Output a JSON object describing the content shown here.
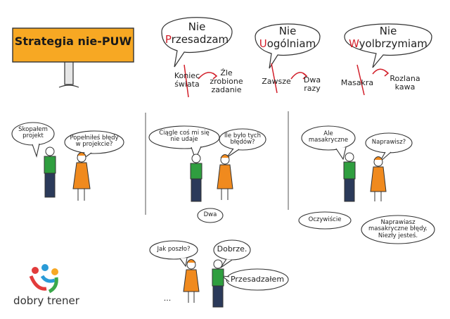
{
  "sign": {
    "title": "Strategia nie-PUW",
    "color": "#f7a823"
  },
  "rules": [
    {
      "line1": "Nie",
      "line2_first": "P",
      "line2_rest": "rzesadzam",
      "crossed": "Koniec świata",
      "crossed_l1": "Koniec",
      "crossed_l2": "świata",
      "instead_l1": "Źle",
      "instead_l2": "zrobione",
      "instead_l3": "zadanie"
    },
    {
      "line1": "Nie",
      "line2_first": "U",
      "line2_rest": "ogólniam",
      "crossed_l1": "Zawsze",
      "instead_l1": "Dwa",
      "instead_l2": "razy"
    },
    {
      "line1": "Nie",
      "line2_first": "W",
      "line2_rest": "yolbrzymiam",
      "crossed_l1": "Masakra",
      "instead_l1": "Rozlana",
      "instead_l2": "kawa"
    }
  ],
  "panels": {
    "p1": {
      "left_l1": "Skopałem",
      "left_l2": "projekt",
      "right_l1": "Popełniłeś błędy",
      "right_l2": "w projekcie?"
    },
    "p2": {
      "left_l1": "Ciągle coś mi się",
      "left_l2": "nie udaje",
      "right_l1": "Ile było tych",
      "right_l2": "błędów?",
      "bottom": "Dwa"
    },
    "p3": {
      "left_l1": "Ale",
      "left_l2": "masakryczne",
      "right": "Naprawisz?",
      "bl": "Oczywiście",
      "br_l1": "Naprawiasz",
      "br_l2": "masakryczne błędy.",
      "br_l3": "Niezły jesteś."
    },
    "p4": {
      "q": "Jak poszło?",
      "a1": "Dobrze.",
      "a2": "Przesadzałem",
      "dots": "..."
    }
  },
  "logo": {
    "text": "dobry trener"
  },
  "colors": {
    "accent_red": "#d21f2a",
    "green_shirt": "#2f9e3f",
    "orange_dress": "#f08a1e",
    "navy": "#2b3a5a"
  }
}
